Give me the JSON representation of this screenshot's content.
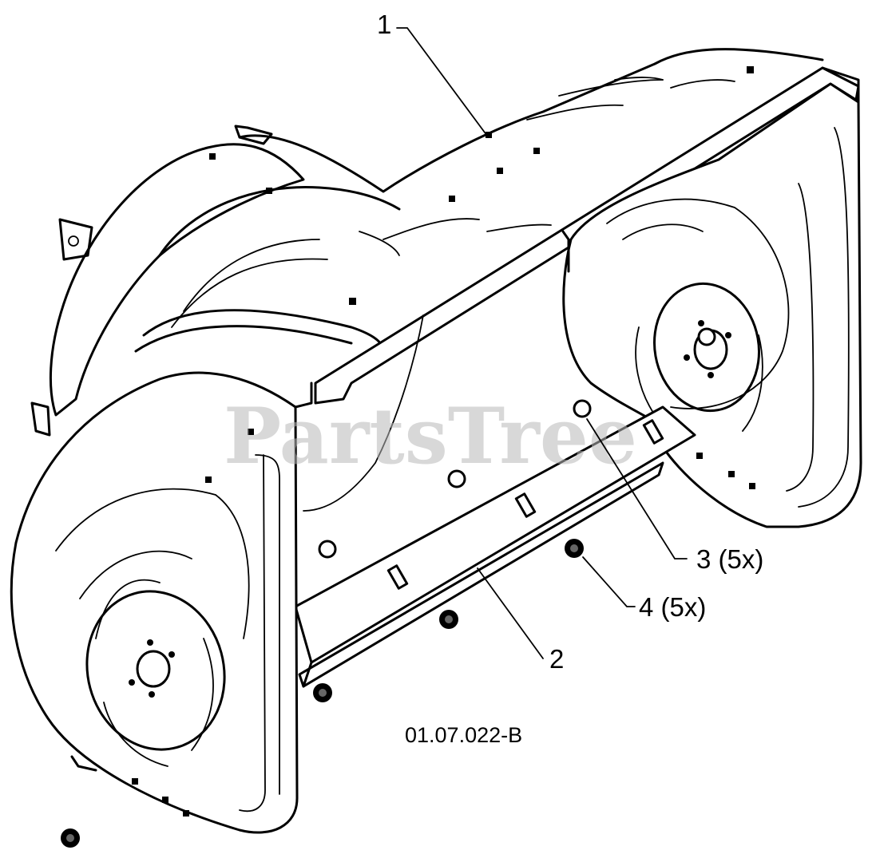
{
  "diagram": {
    "drawing_number": "01.07.022-B",
    "watermark": "PartsTree",
    "callouts": [
      {
        "id": "1",
        "label": "1"
      },
      {
        "id": "2",
        "label": "2"
      },
      {
        "id": "3",
        "label": "3 (5x)"
      },
      {
        "id": "4",
        "label": "4 (5x)"
      }
    ]
  }
}
